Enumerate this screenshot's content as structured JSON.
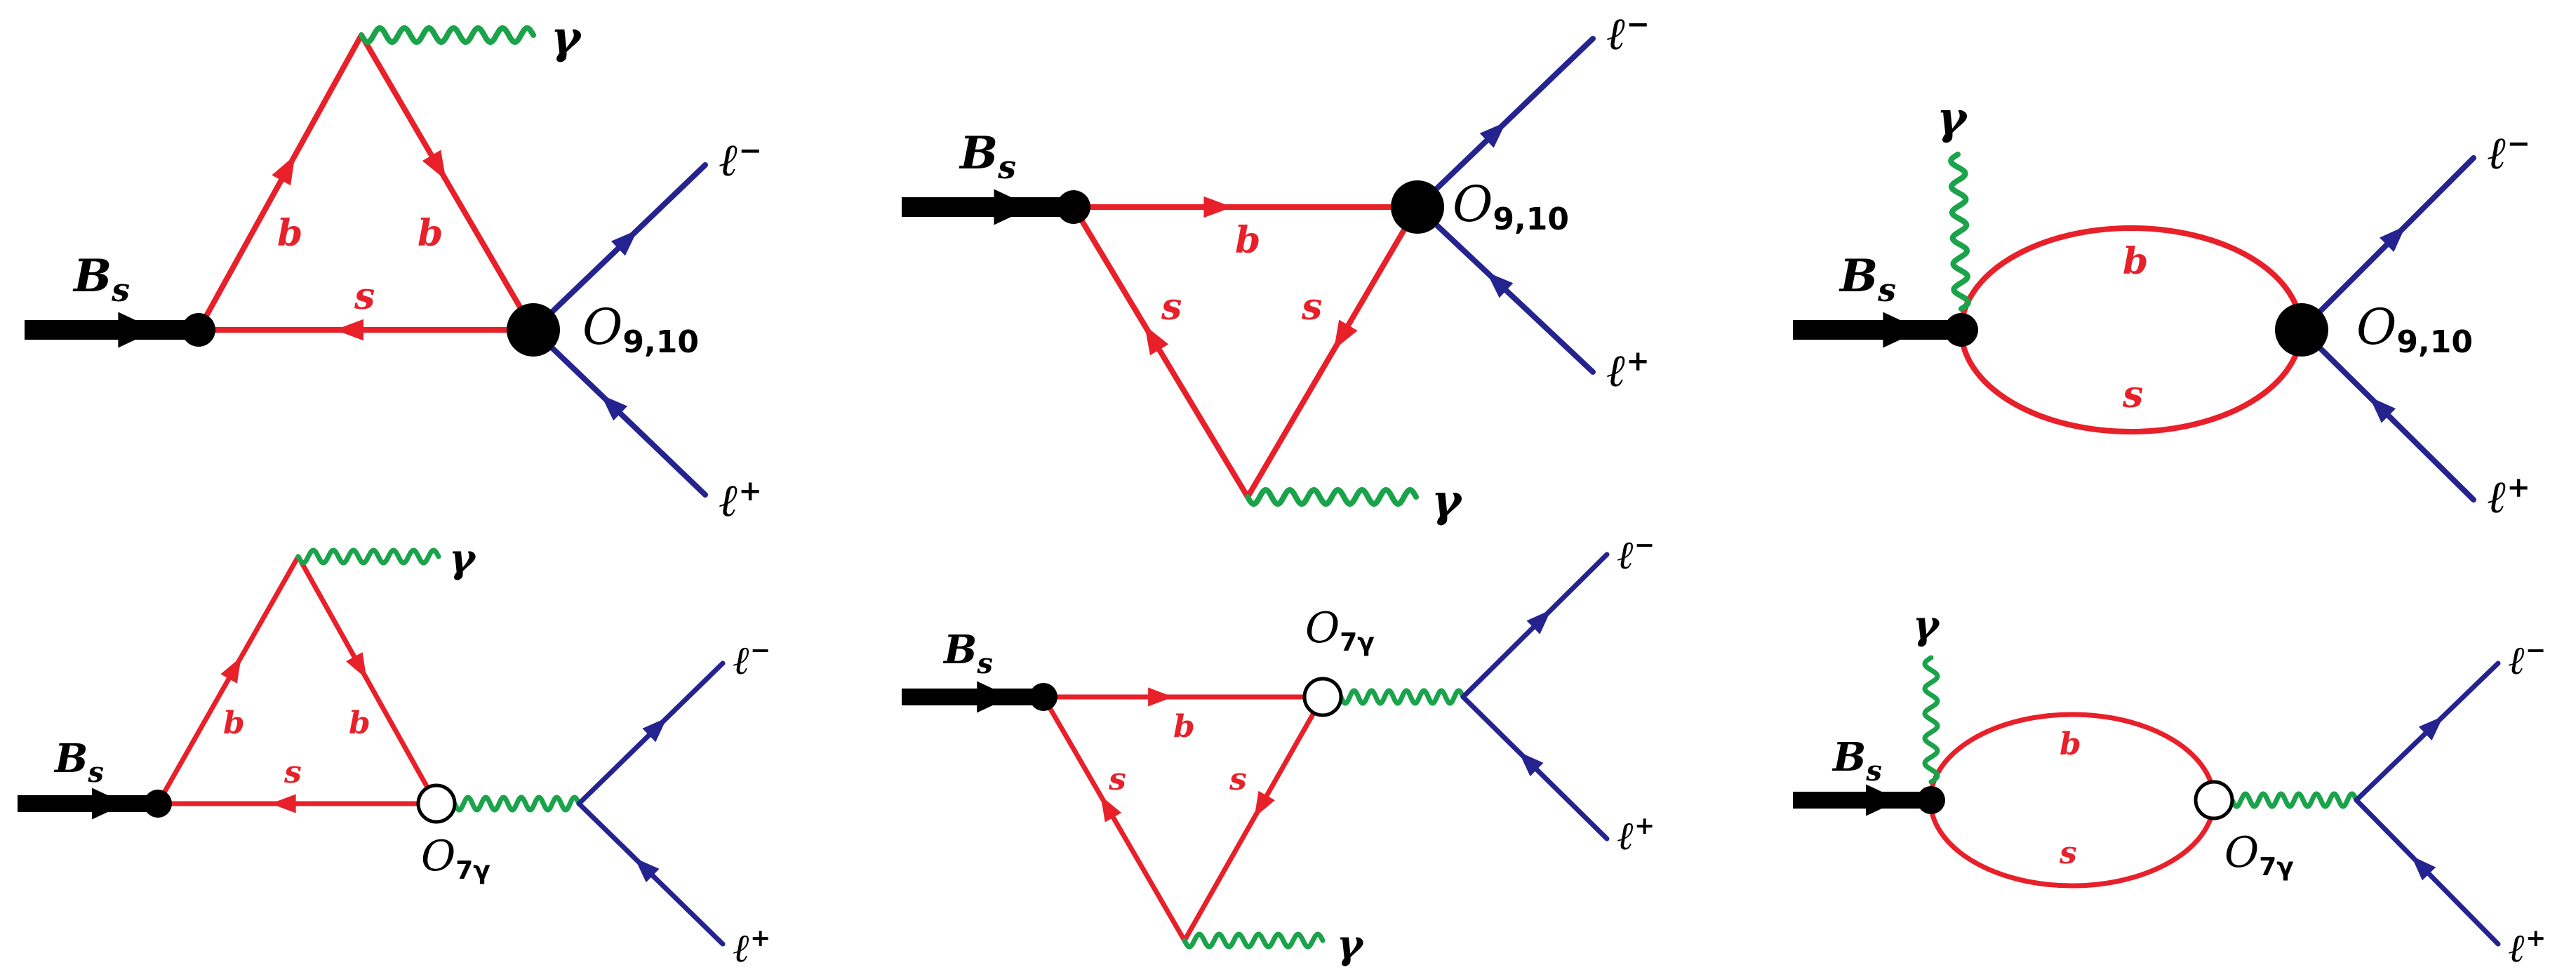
{
  "colors": {
    "quark": "#e8202a",
    "lepton": "#24238f",
    "photon": "#1aa34a",
    "meson": "#000000",
    "operator_filled": "#000000",
    "operator_open": "#ffffff"
  },
  "labels": {
    "meson": "B",
    "meson_sub": "s",
    "b_quark": "b",
    "s_quark": "s",
    "photon": "γ",
    "lepton": "ℓ",
    "minus": "−",
    "plus": "+",
    "op_script": "O",
    "op_9_10_sub": "9,10",
    "op_7g_sub": "7γ"
  }
}
